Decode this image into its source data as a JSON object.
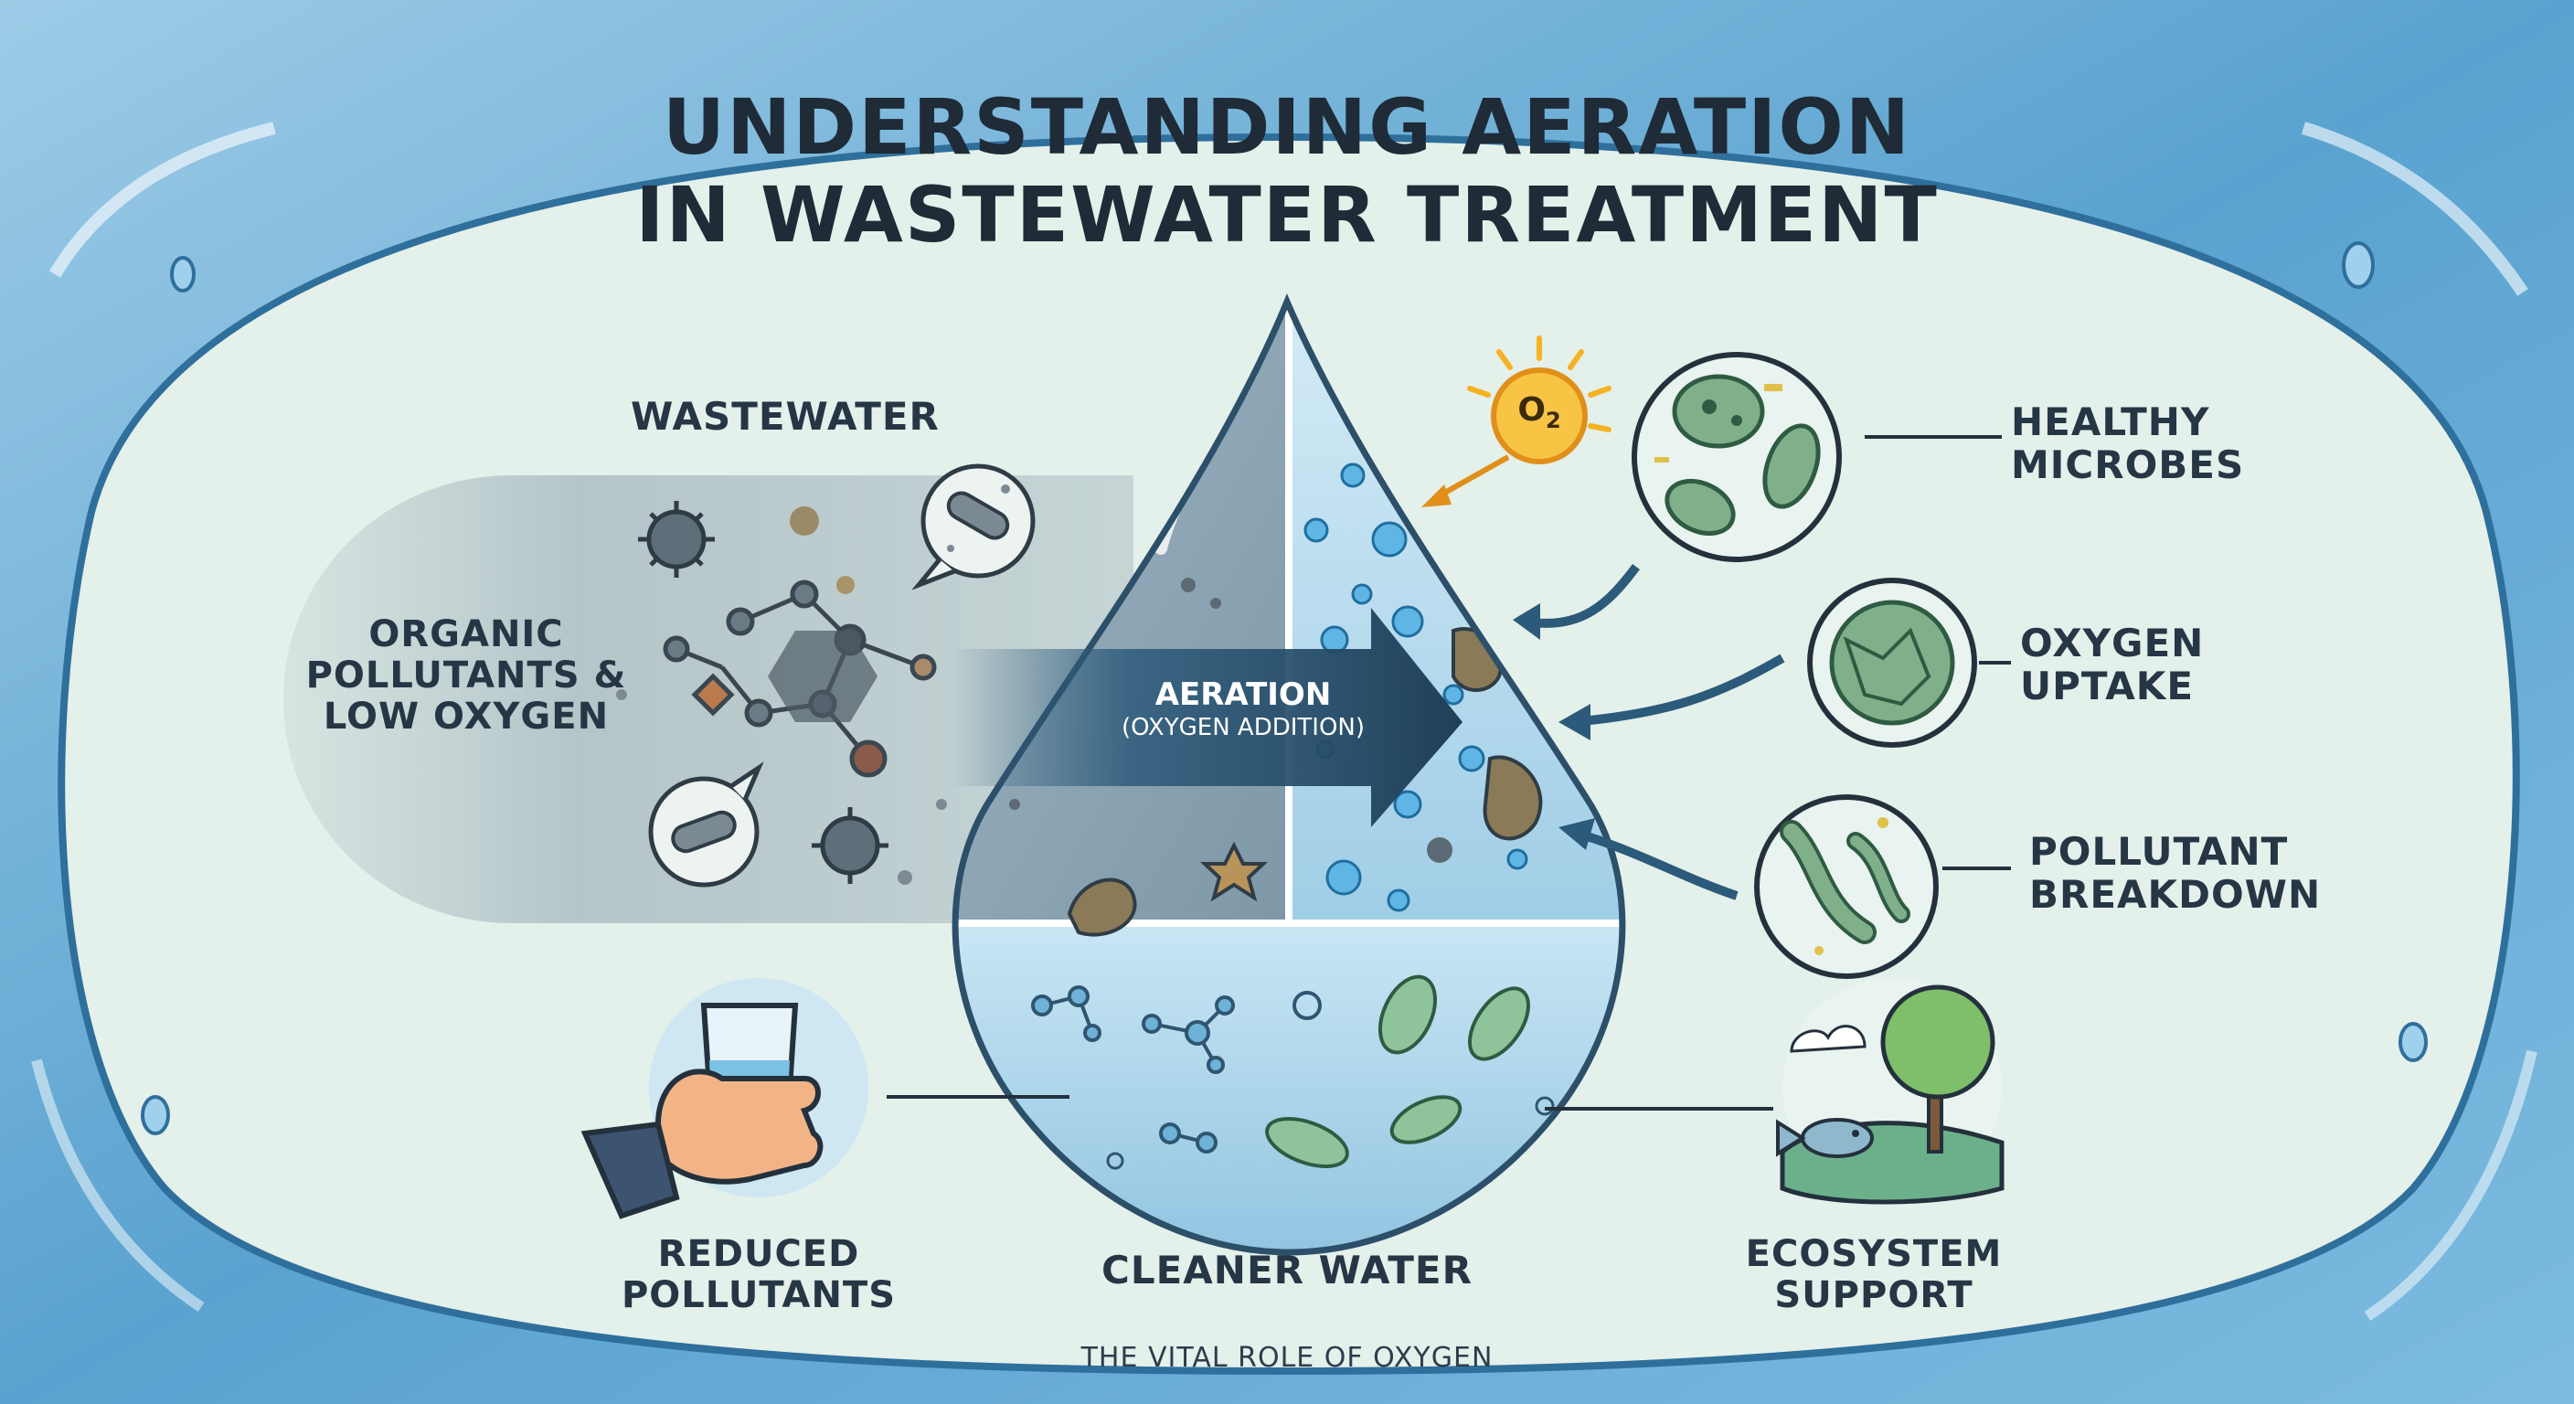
{
  "title": [
    "UNDERSTANDING AERATION",
    "IN WASTEWATER TREATMENT"
  ],
  "labels": {
    "wastewater": "WASTEWATER",
    "organic_pollutants": [
      "ORGANIC",
      "POLLUTANTS &",
      "LOW OXYGEN"
    ],
    "aeration": "AERATION",
    "aeration_sub": "(OXYGEN ADDITION)",
    "o2": "O",
    "o2_sub": "2",
    "healthy_microbes": [
      "HEALTHY",
      "MICROBES"
    ],
    "oxygen_uptake": [
      "OXYGEN",
      "UPTAKE"
    ],
    "pollutant_breakdown": [
      "POLLUTANT",
      "BREAKDOWN"
    ],
    "reduced_pollutants": [
      "REDUCED",
      "POLLUTANTS"
    ],
    "cleaner_water": "CLEANER WATER",
    "ecosystem_support": [
      "ECOSYSTEM",
      "SUPPORT"
    ]
  },
  "footer": "THE VITAL ROLE OF OXYGEN",
  "icons": [
    "virus-icon",
    "molecule-icon",
    "bacteria-icon",
    "bubble-icon",
    "sun-oxygen-icon",
    "microbe-cell-icon",
    "hand-water-glass-icon",
    "tree-icon",
    "fish-icon",
    "cloud-icon"
  ],
  "colors": {
    "background": "#e4f0ea",
    "water_frame": "#6aaed6",
    "dirty_water": "#8fa7b6",
    "clean_water": "#bfdff0",
    "arrow": "#2c5a7a",
    "sun": "#f5b323",
    "microbe": "#7fb08a"
  }
}
